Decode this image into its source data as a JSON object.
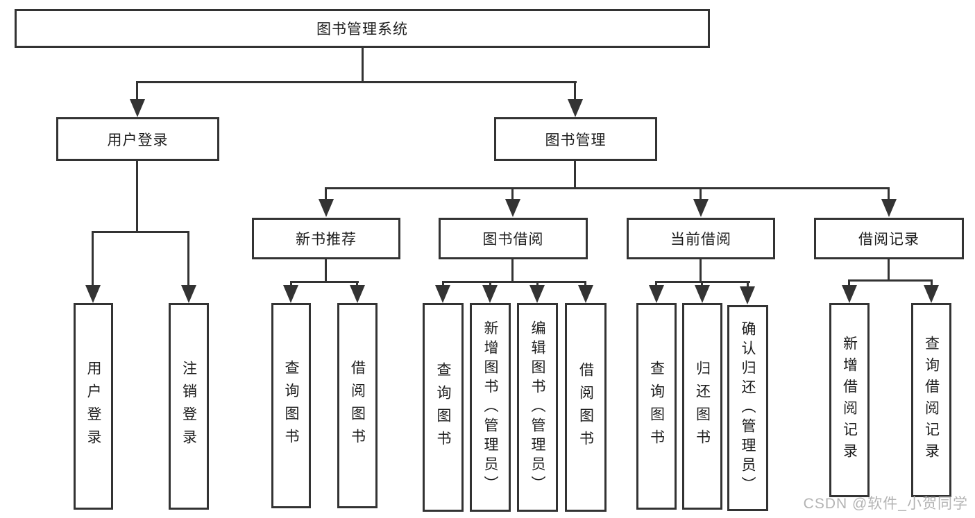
{
  "root": {
    "label": "图书管理系统"
  },
  "level2": {
    "user_login": {
      "label": "用户登录"
    },
    "book_mgmt": {
      "label": "图书管理"
    }
  },
  "level3": {
    "new_book": {
      "label": "新书推荐"
    },
    "book_borrow": {
      "label": "图书借阅"
    },
    "current_borrow": {
      "label": "当前借阅"
    },
    "borrow_records": {
      "label": "借阅记录"
    }
  },
  "leaves": {
    "user": [
      "用户登录",
      "注销登录"
    ],
    "new_book": [
      "查询图书",
      "借阅图书"
    ],
    "book_borrow": [
      "查询图书",
      "新增图书（管理员）",
      "编辑图书（管理员）",
      "借阅图书"
    ],
    "current_borrow": [
      "查询图书",
      "归还图书",
      "确认归还（管理员）"
    ],
    "borrow_records": [
      "新增借阅记录",
      "查询借阅记录"
    ]
  },
  "watermark": "CSDN @软件_小贺同学",
  "colors": {
    "line": "#333333",
    "text": "#1d1d1d",
    "watermark": "#b3b3b3",
    "background": "#ffffff"
  }
}
